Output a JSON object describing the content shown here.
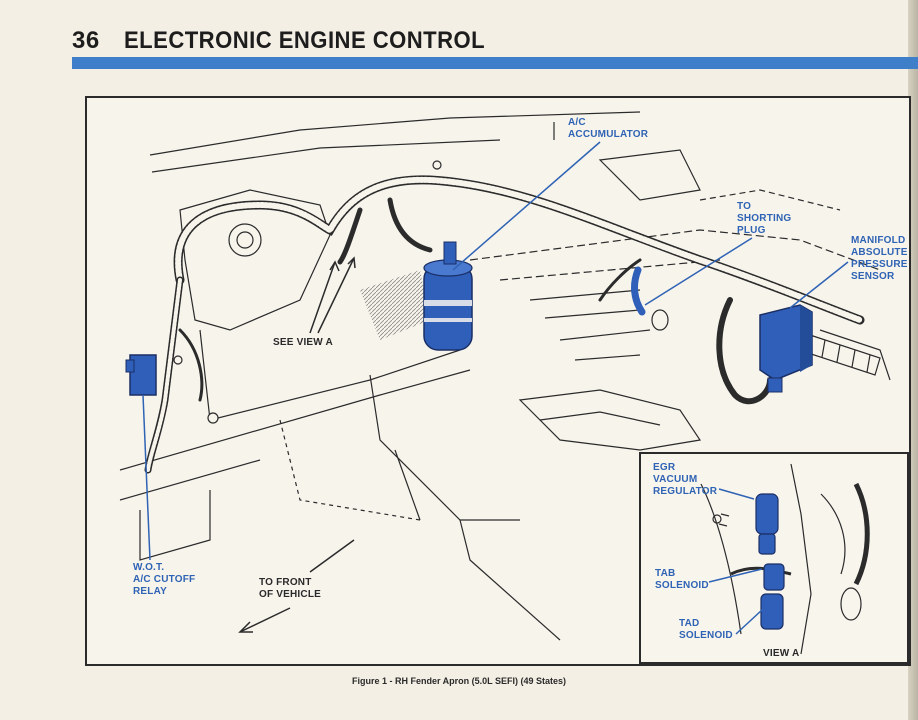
{
  "header": {
    "page_number": "36",
    "title": "ELECTRONIC ENGINE CONTROL"
  },
  "figure": {
    "caption": "Figure 1 - RH Fender Apron (5.0L SEFI) (49 States)",
    "labels": {
      "ac_accumulator": "A/C\nACCUMULATOR",
      "to_shorting_plug": "TO\nSHORTING\nPLUG",
      "map_sensor": "MANIFOLD\nABSOLUTE\nPRESSURE\nSENSOR",
      "see_view_a": "SEE VIEW A",
      "wot_relay": "W.O.T.\nA/C CUTOFF\nRELAY",
      "to_front": "TO FRONT\nOF VEHICLE"
    },
    "inset": {
      "egr_regulator": "EGR\nVACUUM\nREGULATOR",
      "tab_solenoid": "TAB\nSOLENOID",
      "tad_solenoid": "TAD\nSOLENOID",
      "view_label": "VIEW A"
    }
  },
  "colors": {
    "accent_blue": "#3f7ec9",
    "component_blue": "#2f5fb8",
    "line_art": "#2b2b2b",
    "paper": "#f3efe4"
  }
}
